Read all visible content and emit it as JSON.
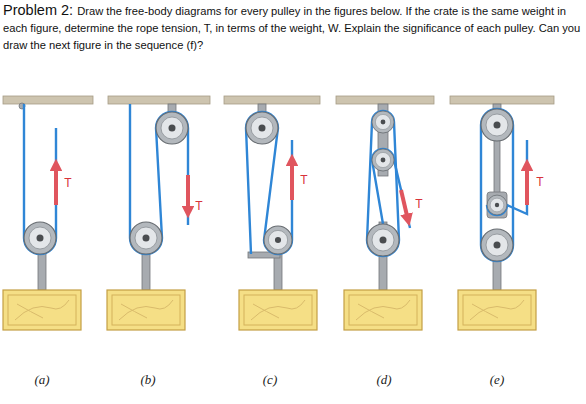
{
  "diagram": {
    "title": "Problem 2:",
    "labels": [
      "Draw the free-body diagrams for every pulley in the figures below.  If the crate is the same weight in each figure, determine the rope tension, T, in terms of the weight, W.  Explain the significance of each pulley.  Can you draw the next figure in the sequence (f)?",
      "T",
      "T",
      "T",
      "T",
      "T",
      "(a)",
      "(b)",
      "(c)",
      "(d)",
      "(e)"
    ]
  }
}
